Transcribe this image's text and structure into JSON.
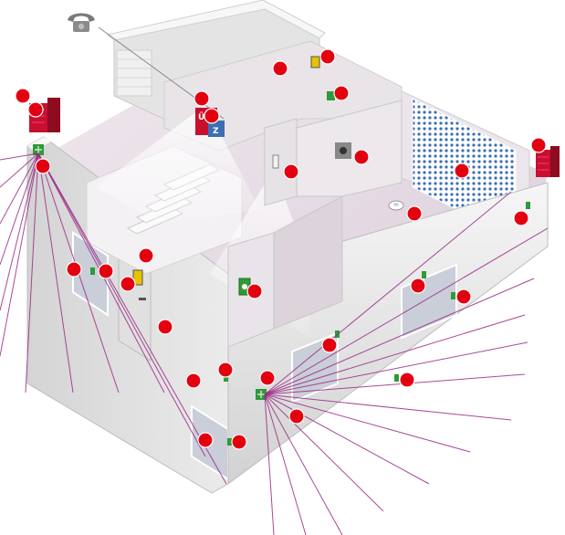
{
  "colors": {
    "hotspot": "#e3000f",
    "beam": "#9a2a86",
    "wall_top": "#f3f3f3",
    "wall_front": "#dcdcdc",
    "floor": "#e6dde4",
    "sensor_green": "#2f9a38",
    "siren_red": "#c8102e",
    "glass_blue": "#3b6fb3"
  },
  "icons": {
    "telephone": "telephone-icon",
    "siren": "siren-icon",
    "control_unit": "control-unit-icon",
    "motion_sensor": "motion-sensor-icon",
    "door_contact": "door-contact-icon",
    "smoke_detector": "smoke-detector-icon",
    "glass_break": "glass-break-sensor-icon",
    "window_grille": "window-grille-icon",
    "keypad": "keypad-icon"
  },
  "control_unit_labels": {
    "top": "ÜE",
    "bottom": "Z"
  },
  "hotspot_count": 34
}
